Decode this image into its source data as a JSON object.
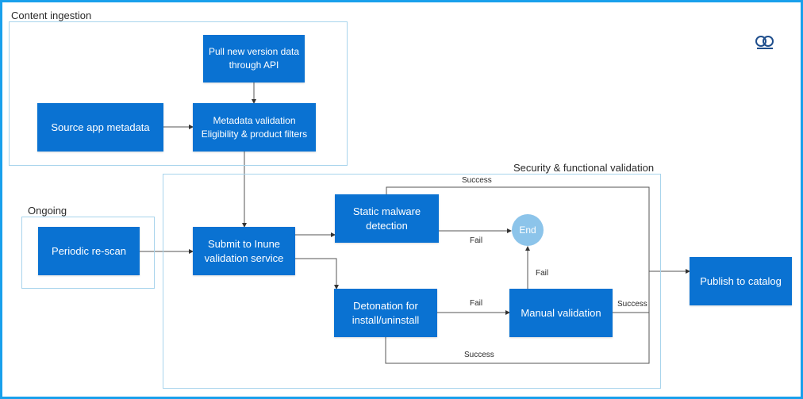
{
  "groups": {
    "content_ingestion": "Content ingestion",
    "ongoing": "Ongoing",
    "security": "Security & functional validation"
  },
  "nodes": {
    "pull_api": "Pull new version data\nthrough API",
    "source_metadata": "Source app metadata",
    "metadata_validation": "Metadata validation\nEligibility & product filters",
    "periodic_rescan": "Periodic re-scan",
    "submit_intune": "Submit to Inune\nvalidation service",
    "static_malware": "Static malware\ndetection",
    "detonation": "Detonation for\ninstall/uninstall",
    "manual_validation": "Manual validation",
    "end": "End",
    "publish": "Publish to catalog"
  },
  "edges": {
    "success_top": "Success",
    "fail_static": "Fail",
    "fail_manual": "Fail",
    "fail_detonation": "Fail",
    "success_manual": "Success",
    "success_bottom": "Success"
  },
  "colors": {
    "box": "#0a72d2",
    "end": "#8cc4ea",
    "group_border": "#a8d4ec",
    "frame": "#19a0ec"
  }
}
